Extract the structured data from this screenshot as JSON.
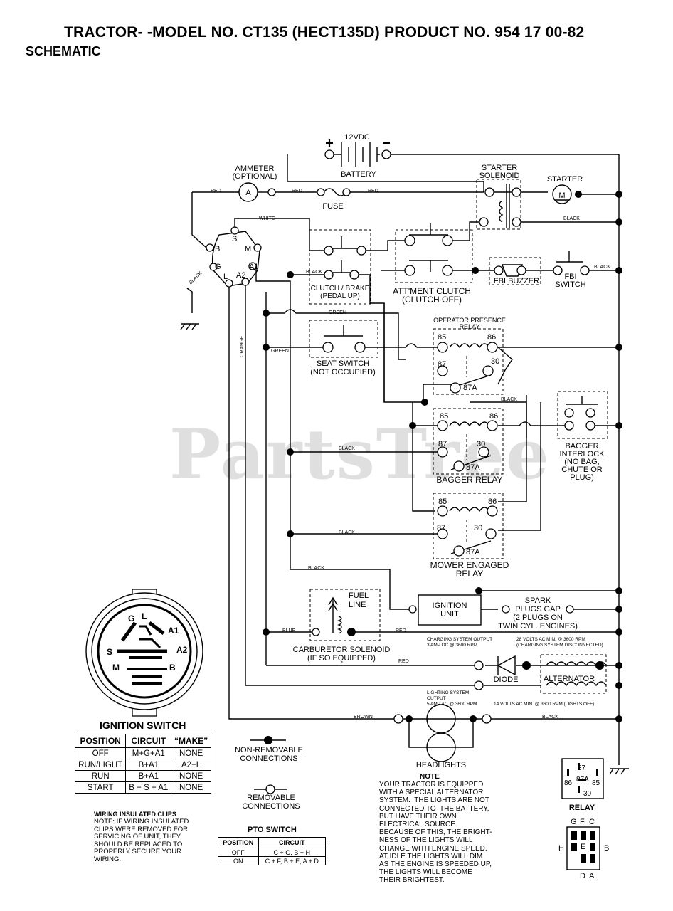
{
  "header": {
    "title": "TRACTOR- -MODEL NO. CT135 (HECT135D) PRODUCT NO. 954 17 00-82",
    "subtitle": "SCHEMATIC"
  },
  "watermark": "PartsTree",
  "components": {
    "battery_voltage": "12VDC",
    "battery": "BATTERY",
    "ammeter_title": "AMMETER",
    "ammeter_optional": "(OPTIONAL)",
    "ammeter_symbol": "A",
    "fuse": "FUSE",
    "starter_solenoid_1": "STARTER",
    "starter_solenoid_2": "SOLENOID",
    "starter": "STARTER",
    "starter_symbol": "M",
    "clutch_brake_1": "CLUTCH / BRAKE",
    "clutch_brake_2": "(PEDAL UP)",
    "attment_clutch_1": "ATT'MENT CLUTCH",
    "attment_clutch_2": "(CLUTCH OFF)",
    "fbi_buzzer": "FBI BUZZER",
    "fbi_switch_1": "FBI",
    "fbi_switch_2": "SWITCH",
    "seat_switch_1": "SEAT SWITCH",
    "seat_switch_2": "(NOT OCCUPIED)",
    "op_presence_1": "OPERATOR PRESENCE",
    "op_presence_2": "RELAY",
    "bagger_relay": "BAGGER RELAY",
    "bagger_interlock": [
      "BAGGER",
      "INTERLOCK",
      "(NO BAG,",
      "CHUTE OR",
      "PLUG)"
    ],
    "mower_relay_1": "MOWER ENGAGED",
    "mower_relay_2": "RELAY",
    "fuel_line_1": "FUEL",
    "fuel_line_2": "LINE",
    "ignition_unit_1": "IGNITION",
    "ignition_unit_2": "UNIT",
    "spark_plugs": [
      "SPARK",
      "PLUGS GAP",
      "(2 PLUGS ON",
      "TWIN CYL. ENGINES)"
    ],
    "carb_solenoid_1": "CARBURETOR SOLENOID",
    "carb_solenoid_2": "(IF SO EQUIPPED)",
    "charging_output": [
      "CHARGING SYSTEM OUTPUT",
      "3 AMP DC @ 3600 RPM"
    ],
    "charging_ac": [
      "28 VOLTS AC MIN. @ 3600 RPM",
      "(CHARGING SYSTEM DISCONNECTED)"
    ],
    "diode": "DIODE",
    "alternator": "ALTERNATOR",
    "lighting_output": [
      "LIGHTING SYSTEM",
      "OUTPUT",
      "5 AMP AC @ 3600 RPM"
    ],
    "lighting_ac": "14 VOLTS AC MIN. @ 3600 RPM (LIGHTS OFF)",
    "headlights": "HEADLIGHTS",
    "relay_pins": {
      "p85": "85",
      "p86": "86",
      "p87": "87",
      "p30": "30",
      "p87a": "87A"
    },
    "ign_terminals": {
      "b": "B",
      "s": "S",
      "m": "M",
      "g": "G",
      "l": "L",
      "a1": "A1",
      "a2": "A2"
    }
  },
  "wires": {
    "red": "RED",
    "white": "WHITE",
    "black": "BLACK",
    "green": "GREEN",
    "orange": "ORANGE",
    "blue": "BLUE",
    "brown": "BROWN"
  },
  "legend": {
    "non_removable": [
      "NON-REMOVABLE",
      "CONNECTIONS"
    ],
    "removable": [
      "REMOVABLE",
      "CONNECTIONS"
    ]
  },
  "ignition_switch": {
    "caption": "IGNITION SWITCH",
    "terminals": [
      "G",
      "L",
      "A1",
      "S",
      "A2",
      "M",
      "B"
    ],
    "columns": [
      "POSITION",
      "CIRCUIT",
      "“MAKE”"
    ],
    "rows": [
      [
        "OFF",
        "M+G+A1",
        "NONE"
      ],
      [
        "RUN/LIGHT",
        "B+A1",
        "A2+L"
      ],
      [
        "RUN",
        "B+A1",
        "NONE"
      ],
      [
        "START",
        "B + S + A1",
        "NONE"
      ]
    ]
  },
  "wiring_clips": {
    "title": "WIRING INSULATED CLIPS",
    "text": "NOTE: IF WIRING INSULATED\nCLIPS WERE REMOVED FOR\nSERVICING OF UNIT, THEY\nSHOULD BE REPLACED TO\nPROPERLY SECURE YOUR\nWIRING."
  },
  "pto_switch": {
    "caption": "PTO SWITCH",
    "columns": [
      "POSITION",
      "CIRCUIT"
    ],
    "rows": [
      [
        "OFF",
        "C + G, B + H"
      ],
      [
        "ON",
        "C + F, B + E, A + D"
      ]
    ]
  },
  "note": {
    "title": "NOTE",
    "text": "YOUR TRACTOR IS EQUIPPED\nWITH A SPECIAL ALTERNATOR\nSYSTEM.  THE LIGHTS ARE NOT\nCONNECTED TO  THE BATTERY,\nBUT HAVE THEIR OWN\nELECTRICAL SOURCE.\nBECAUSE OF THIS, THE BRIGHT-\nNESS OF THE LIGHTS WILL\nCHANGE WITH ENGINE SPEED.\nAT IDLE THE LIGHTS WILL DIM.\nAS THE ENGINE IS SPEEDED UP,\nTHE LIGHTS WILL BECOME\nTHEIR BRIGHTEST."
  },
  "relay_legend": {
    "caption": "RELAY",
    "pins": [
      "87",
      "86",
      "87A",
      "85",
      "30"
    ]
  },
  "pto_diagram": {
    "letters": [
      "G",
      "F",
      "C",
      "H",
      "E",
      "B",
      "D",
      "A"
    ]
  }
}
